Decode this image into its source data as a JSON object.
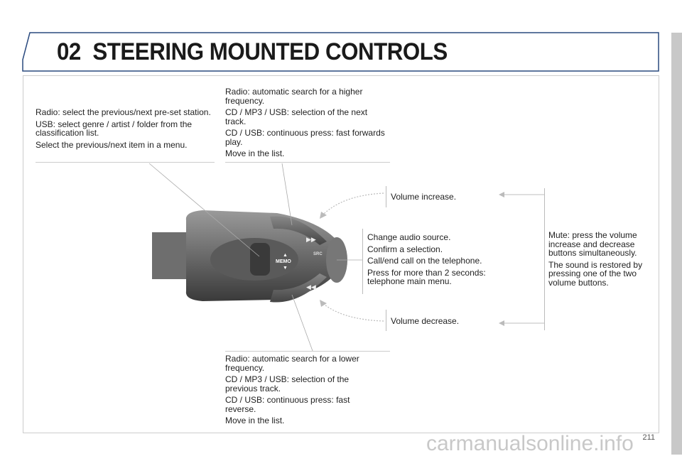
{
  "header": {
    "number": "02",
    "title": "STEERING MOUNTED CONTROLS"
  },
  "callouts": {
    "left": [
      "Radio: select the previous/next pre-set station.",
      "USB: select genre / artist / folder from the classification list.",
      "Select the previous/next item in a menu."
    ],
    "top": [
      "Radio: automatic search for a higher frequency.",
      "CD / MP3 / USB: selection of the next track.",
      "CD / USB: continuous press: fast forwards play.",
      "Move in the list."
    ],
    "vol_up": "Volume increase.",
    "center": [
      "Change audio source.",
      "Confirm a selection.",
      "Call/end call on the telephone.",
      "Press for more than 2 seconds: telephone main menu."
    ],
    "vol_down": "Volume decrease.",
    "mute": [
      "Mute: press the volume increase and decrease buttons simultaneously.",
      "The sound is restored by pressing one of the two volume buttons."
    ],
    "bottom": [
      "Radio: automatic search for a lower frequency.",
      "CD / MP3 / USB: selection of the previous track.",
      "CD / USB: continuous press: fast reverse.",
      "Move in the list."
    ]
  },
  "control_labels": {
    "memo": "MEMO",
    "src": "SRC"
  },
  "page_number": "211",
  "watermark": "carmanualsonline.info"
}
